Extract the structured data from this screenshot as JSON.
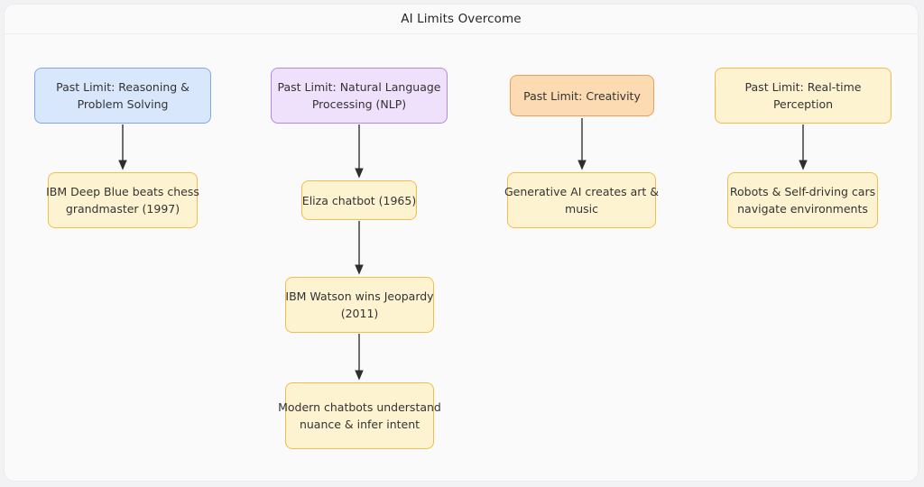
{
  "page": {
    "title": "AI Limits Overcome"
  },
  "diagram": {
    "type": "flowchart",
    "direction": "top-down",
    "nodes": [
      {
        "id": "limit-reasoning",
        "variant": "blue",
        "label": "Past Limit: Reasoning & Problem Solving",
        "lines": [
          "Past Limit: Reasoning &",
          "Problem Solving"
        ]
      },
      {
        "id": "limit-nlp",
        "variant": "purple",
        "label": "Past Limit: Natural Language Processing (NLP)",
        "lines": [
          "Past Limit: Natural Language",
          "Processing (NLP)"
        ]
      },
      {
        "id": "limit-creativity",
        "variant": "orange",
        "label": "Past Limit: Creativity",
        "lines": [
          "Past Limit: Creativity"
        ]
      },
      {
        "id": "limit-perception",
        "variant": "yellow",
        "label": "Past Limit: Real-time Perception",
        "lines": [
          "Past Limit: Real-time",
          "Perception"
        ]
      },
      {
        "id": "deep-blue",
        "variant": "yellow",
        "label": "IBM Deep Blue beats chess grandmaster (1997)",
        "lines": [
          "IBM Deep Blue beats chess",
          "grandmaster (1997)"
        ]
      },
      {
        "id": "eliza",
        "variant": "yellow",
        "label": "Eliza chatbot (1965)",
        "lines": [
          "Eliza chatbot (1965)"
        ]
      },
      {
        "id": "generative-ai",
        "variant": "yellow",
        "label": "Generative AI creates art & music",
        "lines": [
          "Generative AI creates art &",
          "music"
        ]
      },
      {
        "id": "robots",
        "variant": "yellow",
        "label": "Robots & Self-driving cars navigate environments",
        "lines": [
          "Robots & Self-driving cars",
          "navigate environments"
        ]
      },
      {
        "id": "watson",
        "variant": "yellow",
        "label": "IBM Watson wins Jeopardy (2011)",
        "lines": [
          "IBM Watson wins Jeopardy",
          "(2011)"
        ]
      },
      {
        "id": "modern-chatbots",
        "variant": "yellow",
        "label": "Modern chatbots understand nuance & infer intent",
        "lines": [
          "Modern chatbots understand",
          "nuance & infer intent"
        ]
      }
    ],
    "edges": [
      {
        "from": "limit-reasoning",
        "to": "deep-blue"
      },
      {
        "from": "limit-nlp",
        "to": "eliza"
      },
      {
        "from": "eliza",
        "to": "watson"
      },
      {
        "from": "watson",
        "to": "modern-chatbots"
      },
      {
        "from": "limit-creativity",
        "to": "generative-ai"
      },
      {
        "from": "limit-perception",
        "to": "robots"
      }
    ],
    "colors": {
      "blue_fill": "#d9e7fc",
      "blue_border": "#7fa8e8",
      "purple_fill": "#efe0fb",
      "purple_border": "#b389de",
      "orange_fill": "#fcdab2",
      "orange_border": "#ef9d57",
      "yellow_fill": "#fdf3d0",
      "yellow_border": "#eebd4d",
      "edge": "#4a4a4a",
      "arrowhead": "#2e2e2e",
      "text": "#333333",
      "canvas": "#fafafa"
    }
  }
}
